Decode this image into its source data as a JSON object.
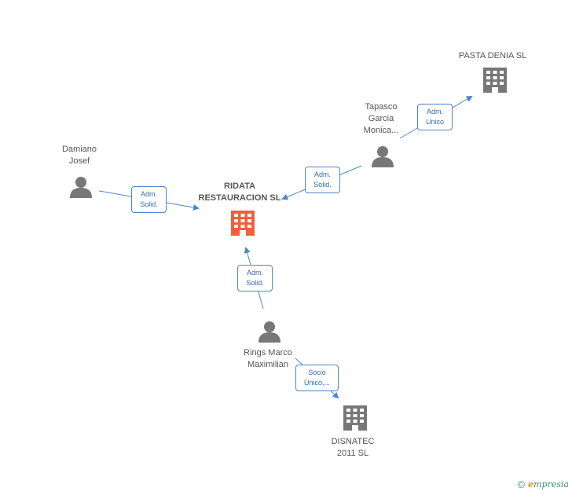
{
  "colors": {
    "edge": "#4a86c8",
    "person": "#777777",
    "company": "#777777",
    "main_company": "#f0603a"
  },
  "nodes": {
    "main": {
      "lines": [
        "RIDATA",
        "RESTAURACION SL"
      ],
      "icon": "building-icon"
    },
    "pasta_denia": {
      "lines": [
        "PASTA DENIA SL"
      ],
      "icon": "building-icon"
    },
    "tapasco": {
      "lines": [
        "Tapasco",
        "Garcia",
        "Monica..."
      ],
      "icon": "person-icon"
    },
    "damiano": {
      "lines": [
        "Damiano",
        "Josef"
      ],
      "icon": "person-icon"
    },
    "rings": {
      "lines": [
        "Rings Marco",
        "Maximilian"
      ],
      "icon": "person-icon"
    },
    "disnatec": {
      "lines": [
        "DISNATEC",
        "2011 SL"
      ],
      "icon": "building-icon"
    }
  },
  "edges": {
    "tapasco_pasta": {
      "lines": [
        "Adm.",
        "Unico"
      ]
    },
    "tapasco_main": {
      "lines": [
        "Adm.",
        "Solid."
      ]
    },
    "damiano_main": {
      "lines": [
        "Adm.",
        "Solid."
      ]
    },
    "rings_main": {
      "lines": [
        "Adm.",
        "Solid."
      ]
    },
    "rings_disnatec": {
      "lines": [
        "Socio",
        "Único,..."
      ]
    }
  },
  "brand": {
    "copyright": "©",
    "name_initial": "e",
    "name_rest": "mpresia"
  }
}
